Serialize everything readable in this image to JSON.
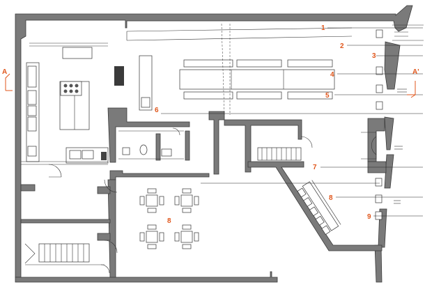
{
  "callouts": [
    {
      "id": "1",
      "label": "1"
    },
    {
      "id": "2",
      "label": "2"
    },
    {
      "id": "3",
      "label": "3"
    },
    {
      "id": "4",
      "label": "4"
    },
    {
      "id": "5",
      "label": "5"
    },
    {
      "id": "6",
      "label": "6"
    },
    {
      "id": "7",
      "label": "7"
    },
    {
      "id": "8a",
      "label": "8"
    },
    {
      "id": "8b",
      "label": "8"
    },
    {
      "id": "9",
      "label": "9"
    }
  ],
  "section_marks": {
    "left": "A",
    "right": "A'"
  },
  "colors": {
    "wall_fill": "#7a7a7a",
    "accent": "#e0561b",
    "line": "#333333"
  }
}
